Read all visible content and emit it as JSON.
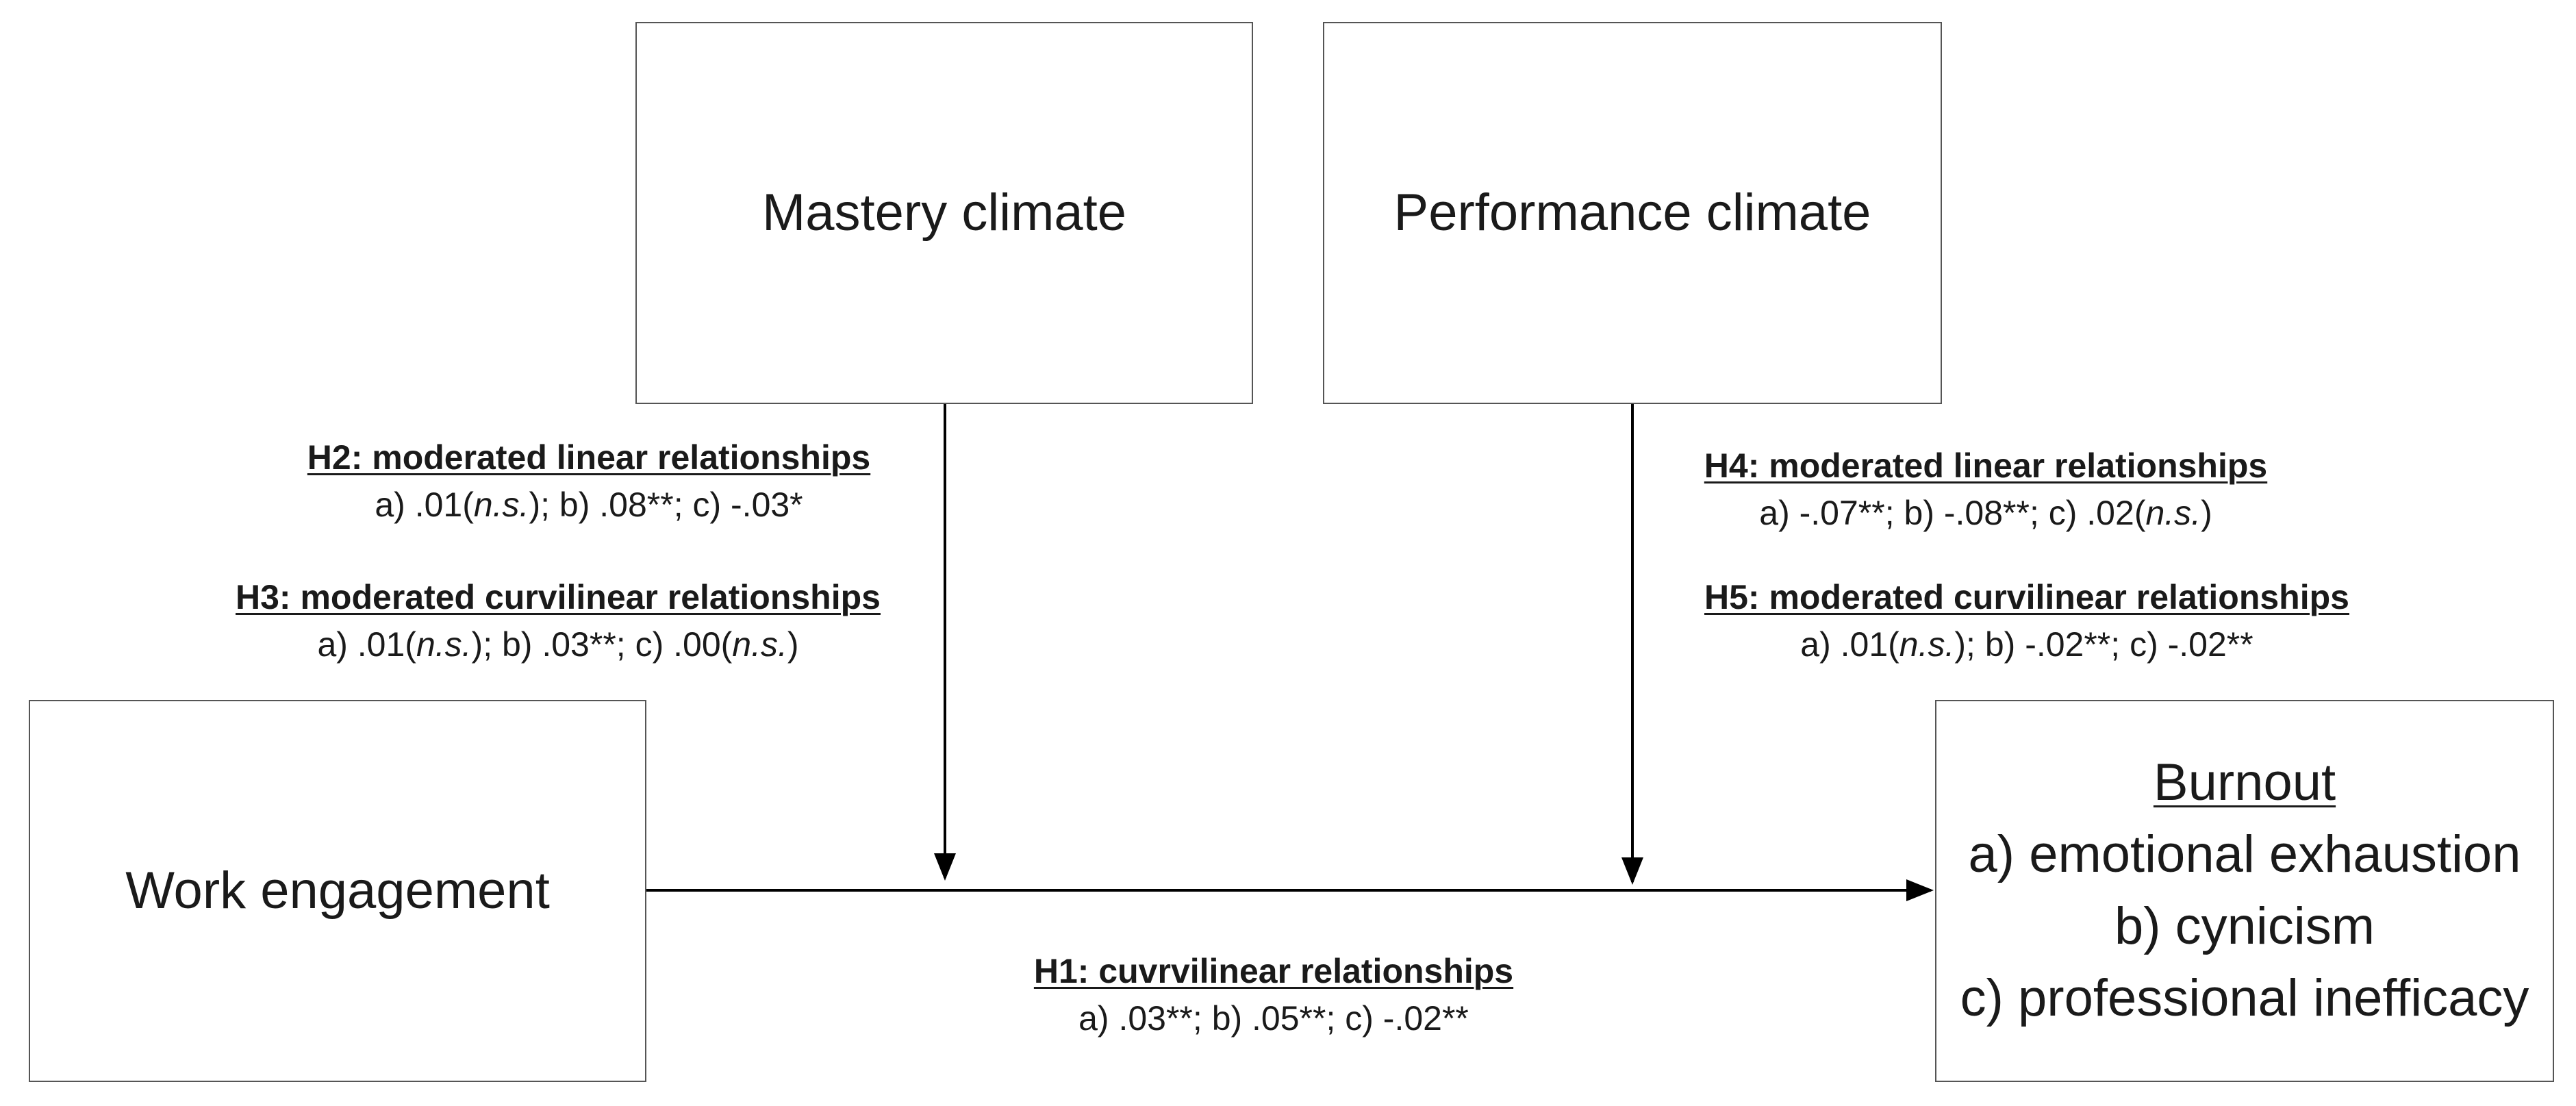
{
  "boxes": {
    "mastery": "Mastery climate",
    "performance": "Performance climate",
    "work_engagement": "Work engagement",
    "burnout": {
      "title": "Burnout",
      "items": [
        "a) emotional exhaustion",
        "b) cynicism",
        "c) professional inefficacy"
      ]
    }
  },
  "hypotheses": {
    "h1": {
      "title": "H1: cuvrvilinear relationships",
      "values": [
        {
          "label": "a)",
          "value": ".03**",
          "sep": "; "
        },
        {
          "label": "b)",
          "value": ".05**",
          "sep": "; "
        },
        {
          "label": "c)",
          "value": "-.02**",
          "sep": ""
        }
      ]
    },
    "h2": {
      "title": "H2: moderated linear relationships",
      "values": [
        {
          "label": "a)",
          "value": ".01",
          "ns": "n.s.",
          "sep": "; "
        },
        {
          "label": "b)",
          "value": ".08**",
          "sep": "; "
        },
        {
          "label": "c)",
          "value": "-.03*",
          "sep": ""
        }
      ]
    },
    "h3": {
      "title": "H3: moderated curvilinear relationships",
      "values": [
        {
          "label": "a)",
          "value": ".01",
          "ns": "n.s.",
          "sep": "; "
        },
        {
          "label": "b)",
          "value": ".03**",
          "sep": "; "
        },
        {
          "label": "c)",
          "value": ".00",
          "ns": "n.s.",
          "sep": ""
        }
      ]
    },
    "h4": {
      "title": "H4: moderated linear relationships",
      "values": [
        {
          "label": "a)",
          "value": "-.07**",
          "sep": "; "
        },
        {
          "label": "b)",
          "value": "-.08**",
          "sep": "; "
        },
        {
          "label": "c)",
          "value": ".02",
          "ns": "n.s.",
          "sep": ""
        }
      ]
    },
    "h5": {
      "title": "H5: moderated curvilinear relationships",
      "values": [
        {
          "label": "a)",
          "value": ".01",
          "ns": "n.s.",
          "sep": "; "
        },
        {
          "label": "b)",
          "value": "-.02**",
          "sep": "; "
        },
        {
          "label": "c)",
          "value": "-.02**",
          "sep": ""
        }
      ]
    }
  },
  "colors": {
    "box_border": "#555555",
    "arrow": "#000000",
    "text": "#1a1a1a"
  }
}
